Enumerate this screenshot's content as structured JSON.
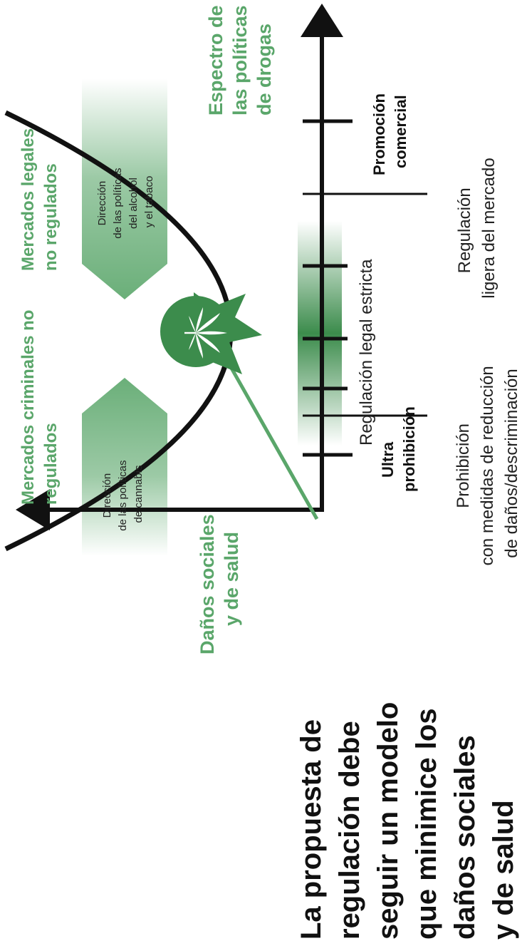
{
  "axes": {
    "y_label": [
      "Espectro de",
      "las políticas",
      "de drogas"
    ],
    "x_label": [
      "Daños sociales",
      "y de salud"
    ]
  },
  "regions": {
    "criminal": [
      "Mercados criminales no",
      "regulados"
    ],
    "legal": [
      "Mercados legales",
      "no regulados"
    ]
  },
  "arrows": {
    "cannabis": [
      "Dirección",
      "de las políticas",
      "de cannabis"
    ],
    "alcohol": [
      "Dirección",
      "de las políticas",
      "del alcohol",
      "y el tabaco"
    ]
  },
  "spectrum": {
    "ultra": [
      "Ultra",
      "prohibición"
    ],
    "prohibicion": [
      "Prohibición",
      "con medidas de reducción",
      "de daños/descriminación"
    ],
    "estricta": [
      "Regulación legal estricta"
    ],
    "ligera": [
      "Regulación",
      "ligera del mercado"
    ],
    "promocion": [
      "Promoción",
      "comercial"
    ]
  },
  "headline": [
    "La propuesta de",
    "regulación debe",
    "seguir un modelo",
    "que minimice los",
    "daños sociales",
    "y de salud"
  ],
  "colors": {
    "green": "#5aa66a",
    "dark_green": "#3c8c4c",
    "black": "#111111"
  }
}
